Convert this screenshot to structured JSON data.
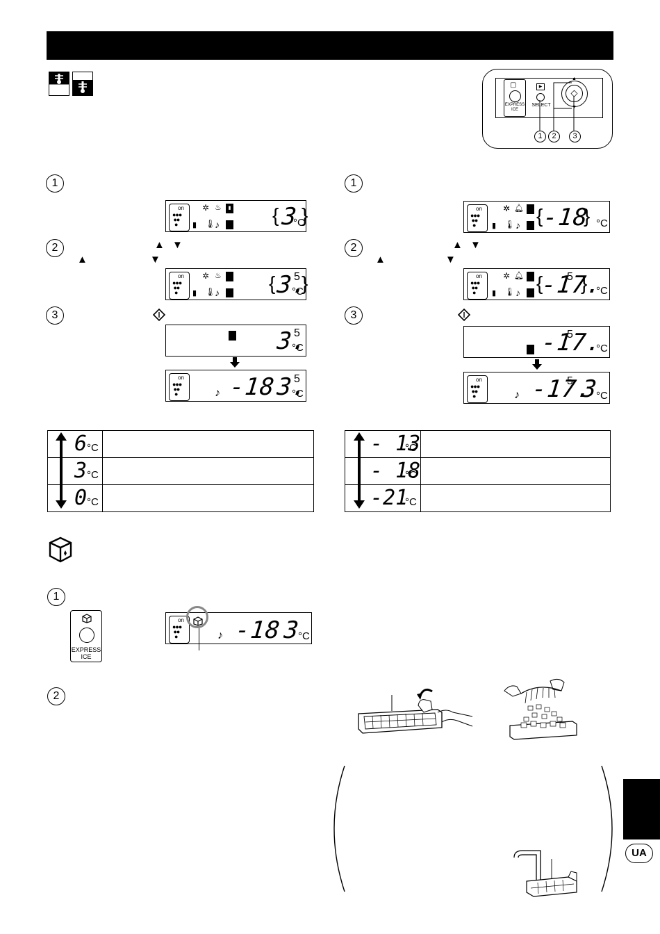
{
  "page": {
    "language_badge": "UA"
  },
  "control_panel": {
    "express_ice_label_1": "EXPRESS",
    "express_ice_label_2": "ICE",
    "select_label": "SELECT",
    "callouts": [
      "1",
      "2",
      "3"
    ]
  },
  "fridge_section": {
    "steps": [
      "1",
      "2",
      "3"
    ],
    "step1_display": {
      "temp": "3",
      "unit": "°C"
    },
    "step2_display": {
      "temp": "3.",
      "decimal": "5",
      "unit": "°C"
    },
    "step3_display_before": {
      "temp": "3.",
      "decimal": "5",
      "unit": "°C"
    },
    "step3_display_after": {
      "freezer_temp": "-18",
      "temp": "3.",
      "decimal": "5",
      "unit": "°C"
    },
    "grape_label": "on",
    "range": [
      {
        "value": "6",
        "unit": "°C"
      },
      {
        "value": "3",
        "unit": "°C"
      },
      {
        "value": "0",
        "unit": "°C"
      }
    ]
  },
  "freezer_section": {
    "steps": [
      "1",
      "2",
      "3"
    ],
    "step1_display": {
      "temp": "-18",
      "unit": "°C"
    },
    "step2_display": {
      "temp": "-17.",
      "decimal": "5",
      "unit": "°C"
    },
    "step3_display_before": {
      "temp": "-17.",
      "decimal": "5",
      "unit": "°C"
    },
    "step3_display_after": {
      "freezer_temp": "-17.",
      "decimal": "5",
      "fridge_temp": "3",
      "unit": "°C"
    },
    "grape_label": "on",
    "range": [
      {
        "value": "- 13",
        "unit": "°C"
      },
      {
        "value": "- 18",
        "unit": "°C"
      },
      {
        "value": "-21",
        "unit": "°C"
      }
    ]
  },
  "express_ice_section": {
    "steps": [
      "1",
      "2"
    ],
    "button_label_1": "EXPRESS",
    "button_label_2": "ICE",
    "display": {
      "freezer_temp": "-18",
      "fridge_temp": "3",
      "unit": "°C"
    },
    "grape_label": "on"
  },
  "icons": {
    "fridge_icon": "fridge-thermometer-icon",
    "freezer_icon": "freezer-thermometer-icon",
    "ice_cube": "ice-cube-icon",
    "start": "start-diamond-icon",
    "up": "▲",
    "down": "▼",
    "note": "♪"
  }
}
